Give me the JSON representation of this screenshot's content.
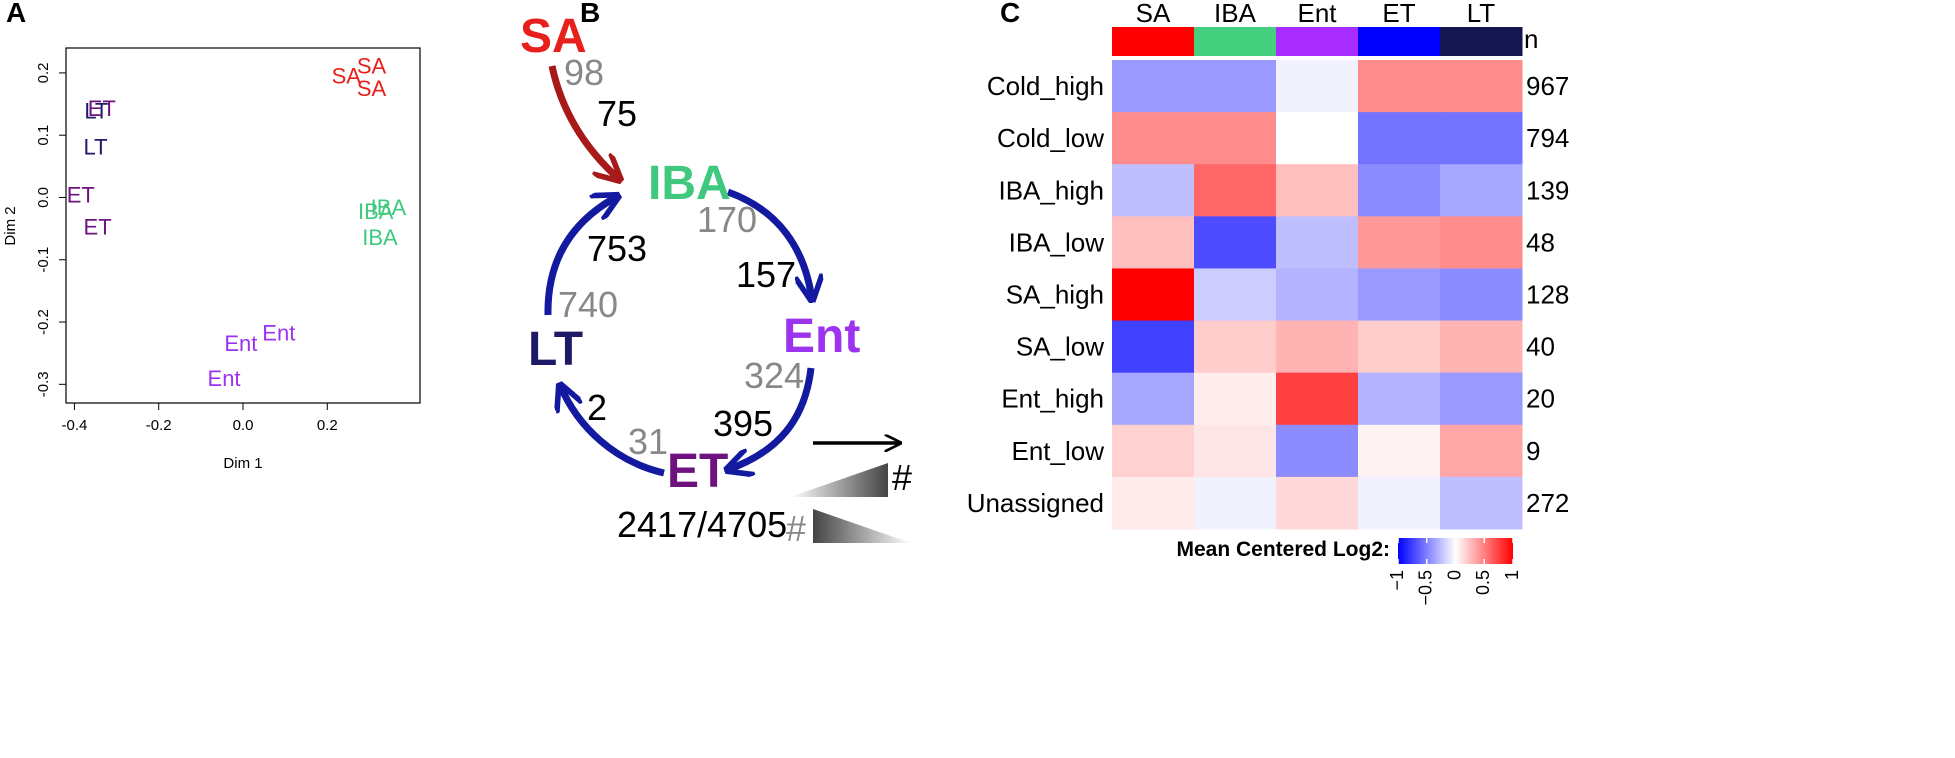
{
  "colors": {
    "SA": "#e8201c",
    "IBA": "#3fc97e",
    "Ent": "#9b33ef",
    "ET": "#6e127f",
    "LT": "#1e1a68",
    "arrow_sa": "#a81a1a",
    "arrow_cycle": "#141aa0",
    "gray_number": "#888888"
  },
  "panels": {
    "a": "A",
    "b": "B",
    "c": "C"
  },
  "chart_data": [
    {
      "type": "scatter",
      "panel": "A",
      "xlabel": "Dim 1",
      "ylabel": "Dim 2",
      "xlim": [
        -0.42,
        0.42
      ],
      "ylim": [
        -0.33,
        0.24
      ],
      "xticks": [
        -0.4,
        -0.2,
        0.0,
        0.2
      ],
      "xtick_labels": [
        "-0.4",
        "-0.2",
        "0.0",
        "0.2"
      ],
      "yticks": [
        -0.3,
        -0.2,
        -0.1,
        0.0,
        0.1,
        0.2
      ],
      "ytick_labels": [
        "-0.3",
        "-0.2",
        "-0.1",
        "0.0",
        "0.1",
        "0.2"
      ],
      "points": [
        {
          "label": "SA",
          "group": "SA",
          "x": 0.245,
          "y": 0.192
        },
        {
          "label": "SA",
          "group": "SA",
          "x": 0.305,
          "y": 0.208
        },
        {
          "label": "SA",
          "group": "SA",
          "x": 0.305,
          "y": 0.172
        },
        {
          "label": "LT",
          "group": "LT",
          "x": -0.348,
          "y": 0.136
        },
        {
          "label": "ET",
          "group": "ET",
          "x": -0.335,
          "y": 0.14
        },
        {
          "label": "LT",
          "group": "LT",
          "x": -0.35,
          "y": 0.078
        },
        {
          "label": "ET",
          "group": "ET",
          "x": -0.385,
          "y": 0.001
        },
        {
          "label": "ET",
          "group": "ET",
          "x": -0.345,
          "y": -0.05
        },
        {
          "label": "IBA",
          "group": "IBA",
          "x": 0.315,
          "y": -0.025
        },
        {
          "label": "IBA",
          "group": "IBA",
          "x": 0.345,
          "y": -0.019
        },
        {
          "label": "IBA",
          "group": "IBA",
          "x": 0.325,
          "y": -0.067
        },
        {
          "label": "Ent",
          "group": "Ent",
          "x": 0.085,
          "y": -0.22
        },
        {
          "label": "Ent",
          "group": "Ent",
          "x": -0.005,
          "y": -0.237
        },
        {
          "label": "Ent",
          "group": "Ent",
          "x": -0.045,
          "y": -0.293
        }
      ]
    },
    {
      "type": "heatmap",
      "panel": "C",
      "columns": [
        "SA",
        "IBA",
        "Ent",
        "ET",
        "LT"
      ],
      "column_colors": [
        "#ff0000",
        "#44d07f",
        "#a82cff",
        "#0000ff",
        "#141652"
      ],
      "rows": [
        "Cold_high",
        "Cold_low",
        "IBA_high",
        "IBA_low",
        "SA_high",
        "SA_low",
        "Ent_high",
        "Ent_low",
        "Unassigned"
      ],
      "n_header": "n",
      "n": [
        "967",
        "794",
        "139",
        "48",
        "128",
        "40",
        "20",
        "9",
        "272"
      ],
      "values": [
        [
          -0.4,
          -0.4,
          -0.05,
          0.45,
          0.45
        ],
        [
          0.45,
          0.45,
          0.0,
          -0.55,
          -0.55
        ],
        [
          -0.25,
          0.6,
          0.25,
          -0.45,
          -0.35
        ],
        [
          0.25,
          -0.7,
          -0.25,
          0.4,
          0.45
        ],
        [
          1.0,
          -0.2,
          -0.3,
          -0.4,
          -0.45
        ],
        [
          -0.75,
          0.2,
          0.3,
          0.2,
          0.3
        ],
        [
          -0.35,
          0.07,
          0.75,
          -0.3,
          -0.4
        ],
        [
          0.18,
          0.1,
          -0.45,
          0.05,
          0.35
        ],
        [
          0.08,
          -0.05,
          0.15,
          -0.05,
          -0.25
        ]
      ],
      "legend": {
        "title": "Mean Centered Log2:",
        "range": [
          -1,
          1
        ],
        "ticks": [
          -1,
          -0.5,
          0,
          0.5,
          1
        ],
        "tick_labels": [
          "−1",
          "−0.5",
          "0",
          "0.5",
          "1"
        ]
      }
    }
  ],
  "cycle": {
    "nodes": {
      "SA": "SA",
      "IBA": "IBA",
      "Ent": "Ent",
      "LT": "LT",
      "ET": "ET"
    },
    "edges": [
      {
        "from": "SA",
        "to": "IBA",
        "gray": "98",
        "black": "75"
      },
      {
        "from": "IBA",
        "to": "Ent",
        "gray": "170",
        "black": "157"
      },
      {
        "from": "Ent",
        "to": "ET",
        "gray": "324",
        "black": "395"
      },
      {
        "from": "ET",
        "to": "LT",
        "gray": "31",
        "black": "2"
      },
      {
        "from": "LT",
        "to": "IBA",
        "gray": "740",
        "black": "753"
      }
    ],
    "total": "2417/4705",
    "legend_black_symbol": "#",
    "legend_gray_symbol": "#"
  }
}
